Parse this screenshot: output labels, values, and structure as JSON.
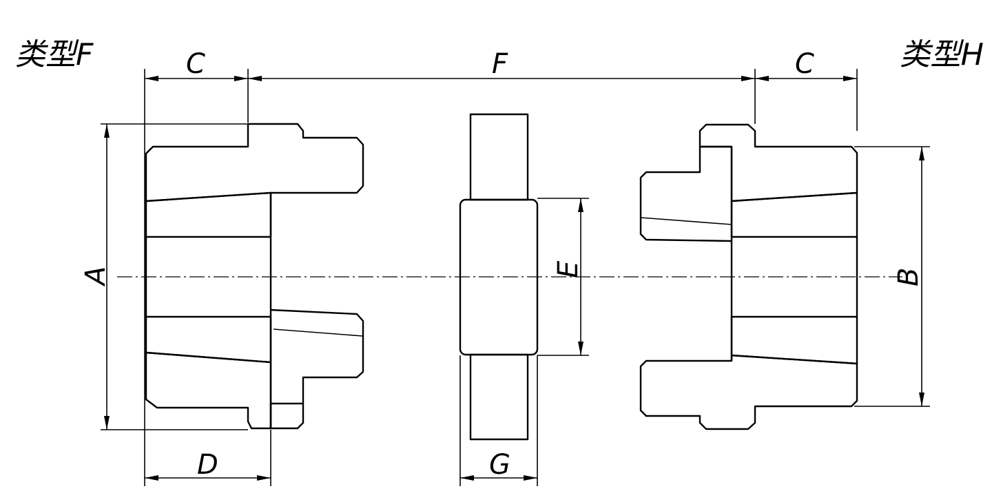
{
  "labels": {
    "type_left": "类型F",
    "type_right": "类型H",
    "dim_c_left": "C",
    "dim_c_right": "C",
    "dim_f": "F",
    "dim_a": "A",
    "dim_b": "B",
    "dim_d": "D",
    "dim_e": "E",
    "dim_g": "G"
  },
  "colors": {
    "line": "#000000",
    "background": "#ffffff"
  }
}
